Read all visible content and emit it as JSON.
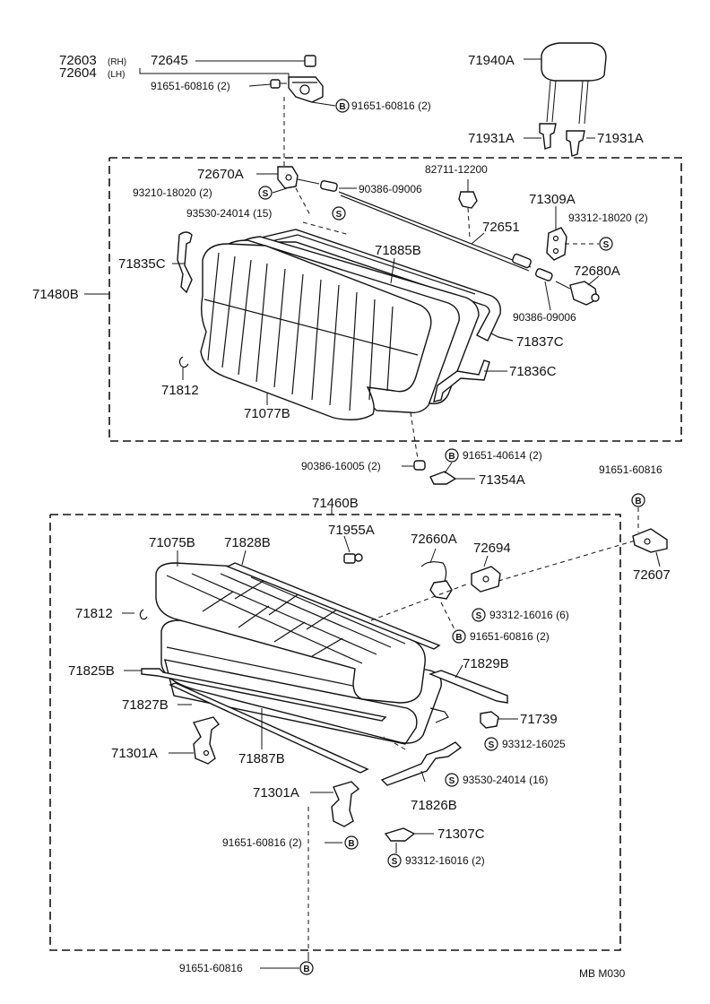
{
  "diagram": {
    "labels": {
      "p72603": "72603",
      "p72603_side": "(RH)",
      "p72604": "72604",
      "p72604_side": "(LH)",
      "p72645": "72645",
      "p91651_60816_a": "91651-60816 (2)",
      "p91651_60816_b": "91651-60816 (2)",
      "p71940A": "71940A",
      "p71931A_l": "71931A",
      "p71931A_r": "71931A",
      "p72670A": "72670A",
      "p93210_18020": "93210-18020 (2)",
      "p90386_09006_a": "90386-09006",
      "p82711_12200": "82711-12200",
      "p71309A": "71309A",
      "p93312_18020": "93312-18020 (2)",
      "p93530_24014_15": "93530-24014 (15)",
      "p72651": "72651",
      "p71885B": "71885B",
      "p71835C": "71835C",
      "p72680A": "72680A",
      "p71480B": "71480B",
      "p90386_09006_b": "90386-09006",
      "p71837C": "71837C",
      "p71836C": "71836C",
      "p71812_a": "71812",
      "p71077B": "71077B",
      "p91651_40614": "91651-40614 (2)",
      "p90386_16005": "90386-16005 (2)",
      "p71354A": "71354A",
      "p91651_60816_c": "91651-60816",
      "p71460B": "71460B",
      "p71075B": "71075B",
      "p71828B": "71828B",
      "p71955A": "71955A",
      "p72660A": "72660A",
      "p72694": "72694",
      "p72607": "72607",
      "p71812_b": "71812",
      "p93312_16016_6": "93312-16016 (6)",
      "p91651_60816_d": "91651-60816 (2)",
      "p71825B": "71825B",
      "p71829B": "71829B",
      "p71827B": "71827B",
      "p71739": "71739",
      "p93312_16025": "93312-16025",
      "p71301A_a": "71301A",
      "p71887B": "71887B",
      "p93530_24014_16": "93530-24014 (16)",
      "p71826B": "71826B",
      "p71301A_b": "71301A",
      "p91651_60816_e": "91651-60816 (2)",
      "p71307C": "71307C",
      "p93312_16016_2": "93312-16016 (2)",
      "p91651_60816_f": "91651-60816",
      "footer": "MB  M030"
    },
    "symbols": {
      "bolt": "B",
      "screw": "S"
    }
  }
}
